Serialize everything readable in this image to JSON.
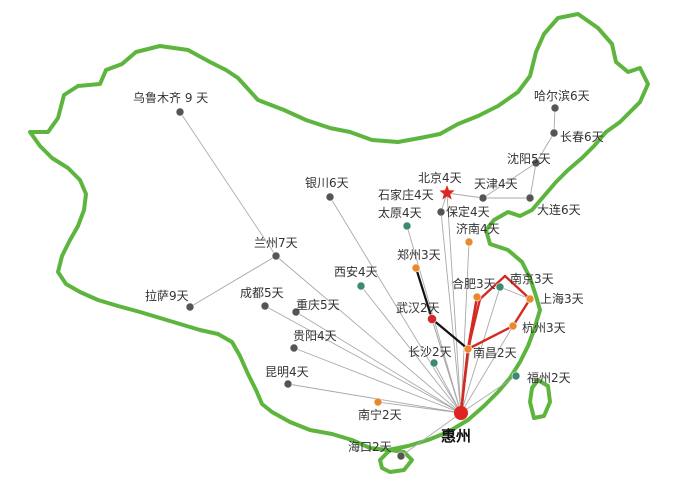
{
  "colors": {
    "border": "#5db53e",
    "route_line": "#a9a9a9",
    "highlight_black": "#111111",
    "highlight_red": "#d42a22",
    "hub": "#e02420",
    "capital_star": "#e02420",
    "node_gray": "#555555",
    "node_teal": "#3d8a72",
    "node_orange": "#e8892c",
    "node_red": "#d42a22"
  },
  "hub": {
    "label": "惠州"
  },
  "capital": {
    "icon": "star-icon"
  },
  "cities": [
    {
      "id": "urumqi",
      "label": "乌鲁木齐 9 天",
      "node": "gray"
    },
    {
      "id": "harbin",
      "label": "哈尔滨6天",
      "node": "gray"
    },
    {
      "id": "changchun",
      "label": "长春6天",
      "node": "gray"
    },
    {
      "id": "shenyang",
      "label": "沈阳5天",
      "node": "gray"
    },
    {
      "id": "dalian",
      "label": "大连6天",
      "node": "gray"
    },
    {
      "id": "beijing",
      "label": "北京4天",
      "node": "star"
    },
    {
      "id": "tianjin",
      "label": "天津4天",
      "node": "gray"
    },
    {
      "id": "shijiazhuang",
      "label": "石家庄4天",
      "node": "none"
    },
    {
      "id": "baoding",
      "label": "保定4天",
      "node": "gray"
    },
    {
      "id": "taiyuan",
      "label": "太原4天",
      "node": "teal"
    },
    {
      "id": "jinan",
      "label": "济南4天",
      "node": "orange"
    },
    {
      "id": "yinchuan",
      "label": "银川6天",
      "node": "gray"
    },
    {
      "id": "lanzhou",
      "label": "兰州7天",
      "node": "gray"
    },
    {
      "id": "xian",
      "label": "西安4天",
      "node": "teal"
    },
    {
      "id": "zhengzhou",
      "label": "郑州3天",
      "node": "orange"
    },
    {
      "id": "lhasa",
      "label": "拉萨9天",
      "node": "gray"
    },
    {
      "id": "chengdu",
      "label": "成都5天",
      "node": "gray"
    },
    {
      "id": "chongqing",
      "label": "重庆5天",
      "node": "gray"
    },
    {
      "id": "guiyang",
      "label": "贵阳4天",
      "node": "gray"
    },
    {
      "id": "kunming",
      "label": "昆明4天",
      "node": "gray"
    },
    {
      "id": "nanning",
      "label": "南宁2天",
      "node": "orange"
    },
    {
      "id": "haikou",
      "label": "海口2天",
      "node": "gray"
    },
    {
      "id": "wuhan",
      "label": "武汉2天",
      "node": "red"
    },
    {
      "id": "changsha",
      "label": "长沙2天",
      "node": "teal"
    },
    {
      "id": "nanchang",
      "label": "南昌2天",
      "node": "orange"
    },
    {
      "id": "hefei",
      "label": "合肥3天",
      "node": "orange"
    },
    {
      "id": "nanjing",
      "label": "南京3天",
      "node": "teal"
    },
    {
      "id": "shanghai",
      "label": "上海3天",
      "node": "orange"
    },
    {
      "id": "hangzhou",
      "label": "杭州3天",
      "node": "orange"
    },
    {
      "id": "fuzhou",
      "label": "福州2天",
      "node": "teal"
    }
  ]
}
